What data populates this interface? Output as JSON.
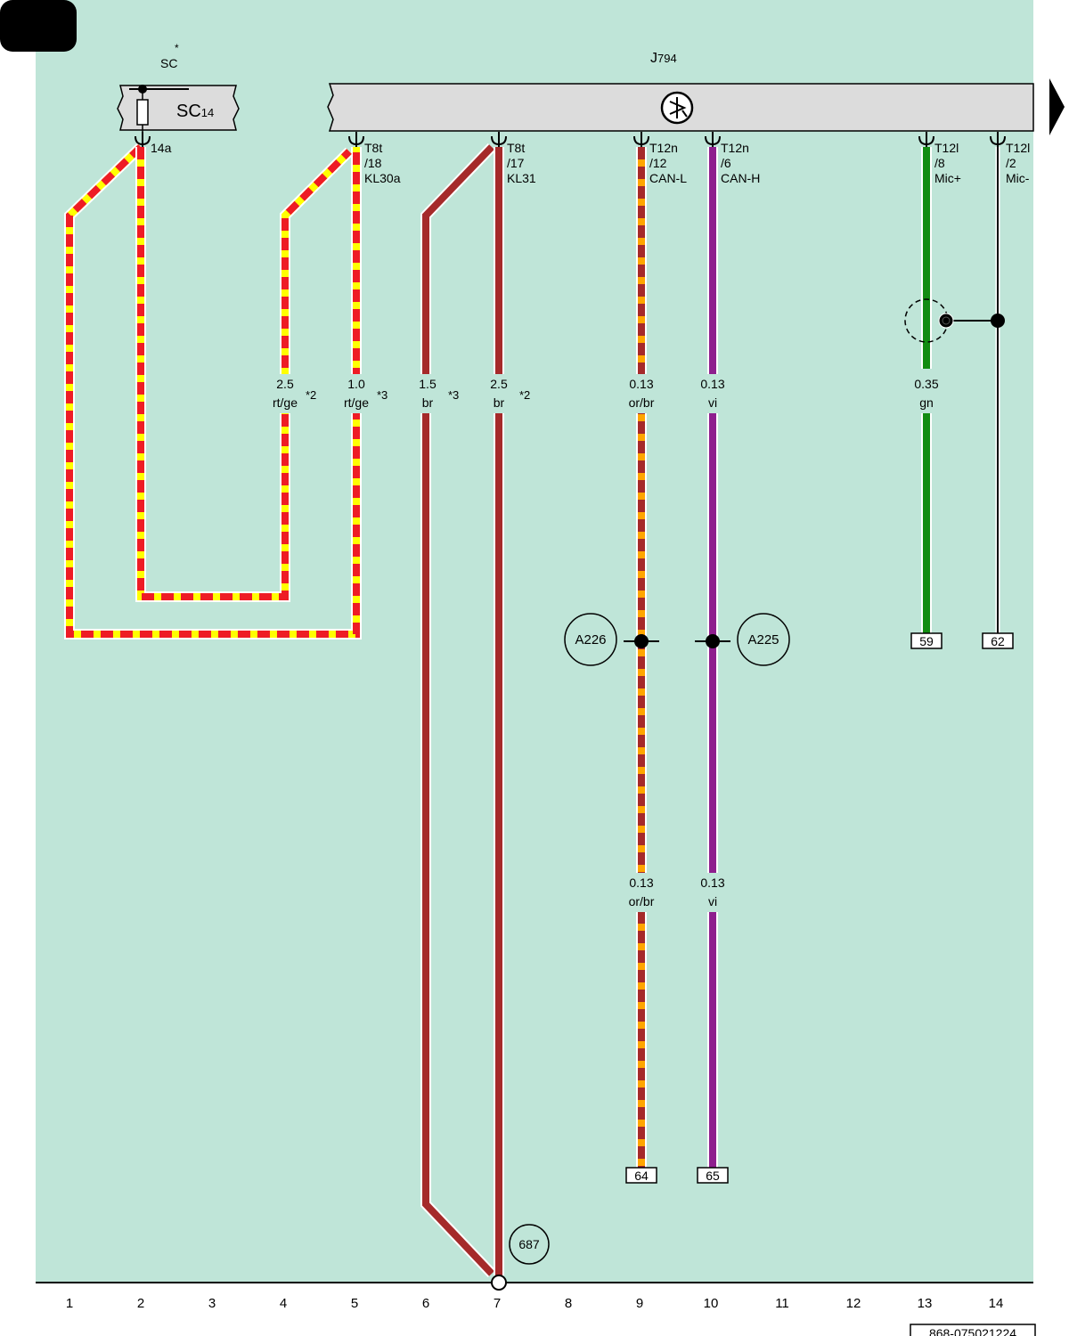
{
  "fuse": {
    "star_label": "SC",
    "star": "*",
    "name": "SC",
    "name_sub": "14",
    "pin": "14a"
  },
  "unit": {
    "name": "J",
    "name_sub": "794"
  },
  "connectors": {
    "kl30a": {
      "l1": "T8t",
      "l2": "/18",
      "l3": "KL30a"
    },
    "kl31": {
      "l1": "T8t",
      "l2": "/17",
      "l3": "KL31"
    },
    "canl": {
      "l1": "T12n",
      "l2": "/12",
      "l3": "CAN-L"
    },
    "canh": {
      "l1": "T12n",
      "l2": "/6",
      "l3": "CAN-H"
    },
    "micp": {
      "l1": "T12l",
      "l2": "/8",
      "l3": "Mic+"
    },
    "micm": {
      "l1": "T12l",
      "l2": "/2",
      "l3": "Mic-"
    }
  },
  "wires": {
    "w4": {
      "size": "2.5",
      "color": "rt/ge",
      "note": "*2"
    },
    "w5": {
      "size": "1.0",
      "color": "rt/ge",
      "note": "*3"
    },
    "w6": {
      "size": "1.5",
      "color": "br",
      "note": "*3"
    },
    "w7": {
      "size": "2.5",
      "color": "br",
      "note": "*2"
    },
    "w9a": {
      "size": "0.13",
      "color": "or/br"
    },
    "w10a": {
      "size": "0.13",
      "color": "vi"
    },
    "w13": {
      "size": "0.35",
      "color": "gn"
    },
    "w9b": {
      "size": "0.13",
      "color": "or/br"
    },
    "w10b": {
      "size": "0.13",
      "color": "vi"
    }
  },
  "circles": {
    "a226": "A226",
    "a225": "A225",
    "ground": "687"
  },
  "refs": {
    "r59": "59",
    "r62": "62",
    "r64": "64",
    "r65": "65"
  },
  "bottom_numbers": [
    "1",
    "2",
    "3",
    "4",
    "5",
    "6",
    "7",
    "8",
    "9",
    "10",
    "11",
    "12",
    "13",
    "14"
  ],
  "doc_id": "868-075021224",
  "colors": {
    "background": "#bfe5d8",
    "red": "#ee1c25",
    "yellow": "#ffff00",
    "brown": "#a52a2a",
    "orange": "#ffa500",
    "violet": "#8e1e8e",
    "green": "#128c12",
    "black": "#000000",
    "bar": "#dcdcdc"
  }
}
